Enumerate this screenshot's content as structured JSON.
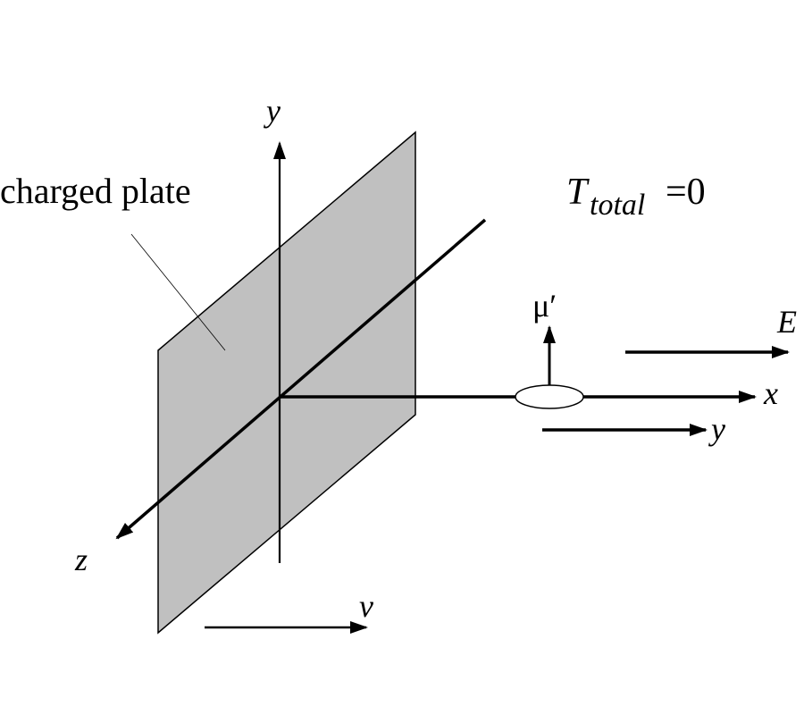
{
  "figure": {
    "plate_label": "charged plate",
    "torque_label": {
      "symbol": "T",
      "subscript": "total",
      "equals": "=0"
    },
    "axes": {
      "y_label": "y",
      "x_label": "x",
      "z_label": "z"
    },
    "dipole_label": "μ′",
    "field_label": "E",
    "velocity_label": "v",
    "y_arrow_label": "y",
    "colors": {
      "plate_fill": "#c0c0c0",
      "stroke": "#000000",
      "background": "#ffffff"
    }
  }
}
